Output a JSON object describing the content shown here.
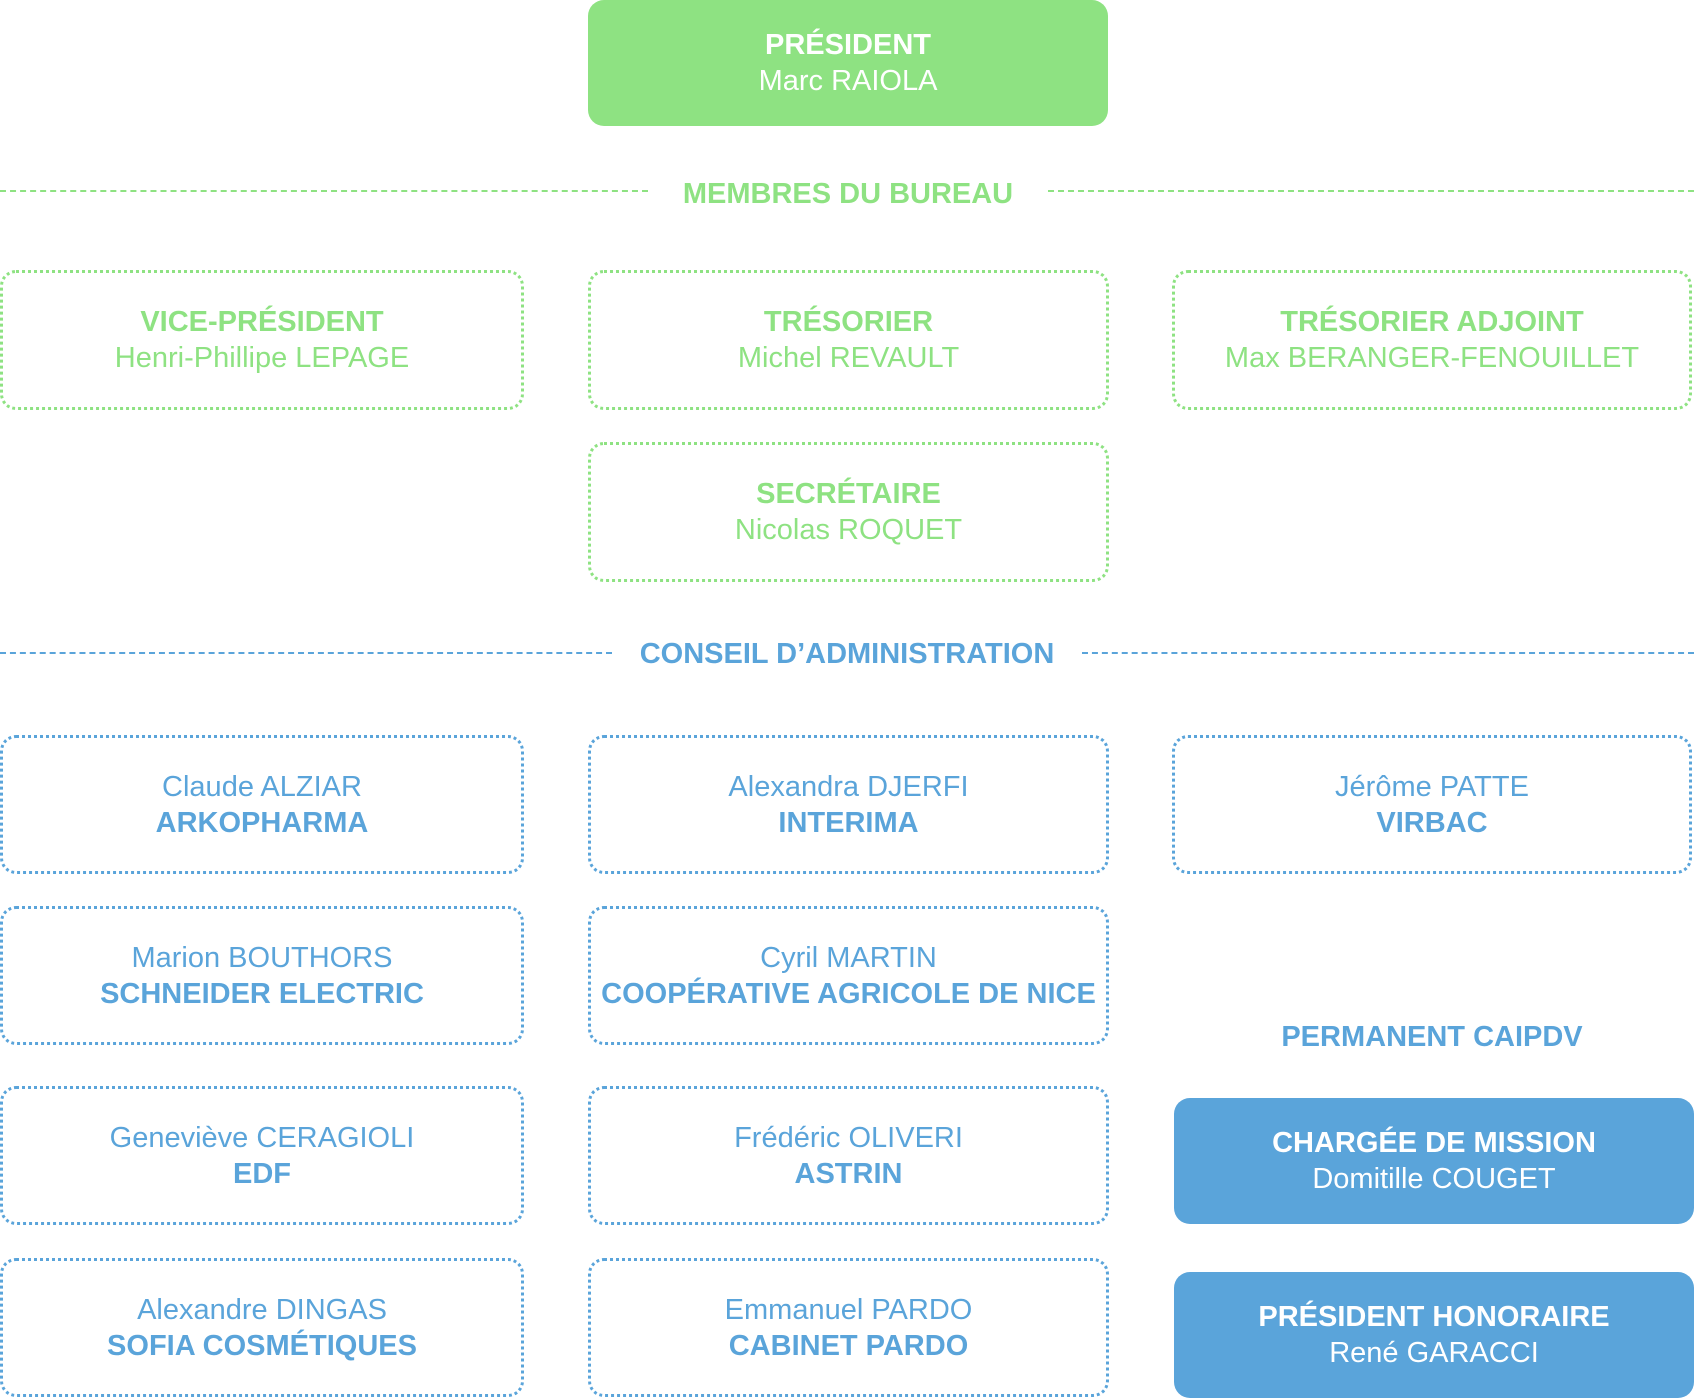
{
  "president": {
    "title": "PRÉSIDENT",
    "name": "Marc RAIOLA"
  },
  "bureau": {
    "heading": "MEMBRES DU BUREAU",
    "members": [
      {
        "title": "VICE-PRÉSIDENT",
        "name": "Henri-Phillipe LEPAGE"
      },
      {
        "title": "TRÉSORIER",
        "name": "Michel REVAULT"
      },
      {
        "title": "TRÉSORIER ADJOINT",
        "name": "Max BERANGER-FENOUILLET"
      },
      {
        "title": "SECRÉTAIRE",
        "name": "Nicolas ROQUET"
      }
    ]
  },
  "conseil": {
    "heading": "CONSEIL D’ADMINISTRATION",
    "members": [
      {
        "name": "Claude ALZIAR",
        "company": "ARKOPHARMA"
      },
      {
        "name": "Alexandra DJERFI",
        "company": "INTERIMA"
      },
      {
        "name": "Jérôme PATTE",
        "company": "VIRBAC"
      },
      {
        "name": "Marion BOUTHORS",
        "company": "SCHNEIDER ELECTRIC"
      },
      {
        "name": "Cyril MARTIN",
        "company": "COOPÉRATIVE AGRICOLE DE NICE"
      },
      {
        "name": "Geneviève CERAGIOLI",
        "company": "EDF"
      },
      {
        "name": "Frédéric OLIVERI",
        "company": "ASTRIN"
      },
      {
        "name": "Alexandre DINGAS",
        "company": "SOFIA COSMÉTIQUES"
      },
      {
        "name": "Emmanuel PARDO",
        "company": "CABINET PARDO"
      }
    ]
  },
  "permanent": {
    "heading": "PERMANENT CAIPDV",
    "members": [
      {
        "title": "CHARGÉE DE MISSION",
        "name": "Domitille COUGET"
      },
      {
        "title": "PRÉSIDENT HONORAIRE",
        "name": "René GARACCI"
      }
    ]
  },
  "colors": {
    "green": "#8ee282",
    "blue": "#5aa4da"
  }
}
